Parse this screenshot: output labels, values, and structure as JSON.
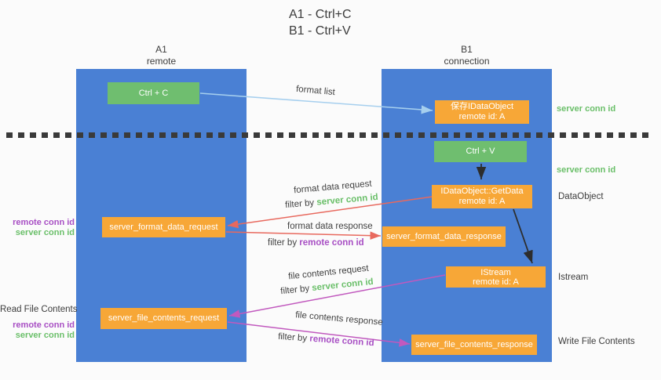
{
  "title": {
    "line1": "A1 - Ctrl+C",
    "line2": "B1 - Ctrl+V"
  },
  "lifelines": {
    "left": {
      "name": "A1",
      "role": "remote"
    },
    "right": {
      "name": "B1",
      "role": "connection"
    }
  },
  "nodes": {
    "ctrl_c": {
      "label": "Ctrl + C"
    },
    "save_dataobject": {
      "line1": "保存IDataObject",
      "line2": "remote id: A"
    },
    "ctrl_v": {
      "label": "Ctrl + V"
    },
    "getdata": {
      "line1": "IDataObject::GetData",
      "line2": "remote id: A"
    },
    "server_format_data_request": {
      "label": "server_format_data_request"
    },
    "server_format_data_response": {
      "label": "server_format_data_response"
    },
    "istream": {
      "line1": "IStream",
      "line2": "remote id: A"
    },
    "server_file_contents_request": {
      "label": "server_file_contents_request"
    },
    "server_file_contents_response": {
      "label": "server_file_contents_response"
    }
  },
  "edge_labels": {
    "format_list": "format list",
    "format_data_request": "format data request",
    "format_data_response": "format data response",
    "file_contents_request": "file contents request",
    "file_contents_response": "file contents response",
    "filter_by": "filter by ",
    "server_conn_id": "server conn id",
    "remote_conn_id": "remote conn id"
  },
  "annotations": {
    "right": {
      "server_conn_id_1": "server conn id",
      "server_conn_id_2": "server conn id",
      "dataobject": "DataObject",
      "istream": "Istream",
      "write_file_contents": "Write File Contents"
    },
    "left": {
      "remote_conn_id_1": "remote conn id",
      "server_conn_id_1": "server conn id",
      "read_file_contents": "Read File Contents",
      "remote_conn_id_2": "remote conn id",
      "server_conn_id_2": "server conn id"
    }
  },
  "colors": {
    "lifeline_blue": "#4a80d4",
    "box_green": "#6fbe6f",
    "box_orange": "#f7a737",
    "arrow_blue": "#a6cfee",
    "arrow_red": "#e8695e",
    "arrow_magenta": "#c159be",
    "arrow_black": "#2d2d2d",
    "text_dark": "#3c3c3c",
    "conn_green": "#6abf69",
    "conn_purple": "#a84fc4"
  }
}
